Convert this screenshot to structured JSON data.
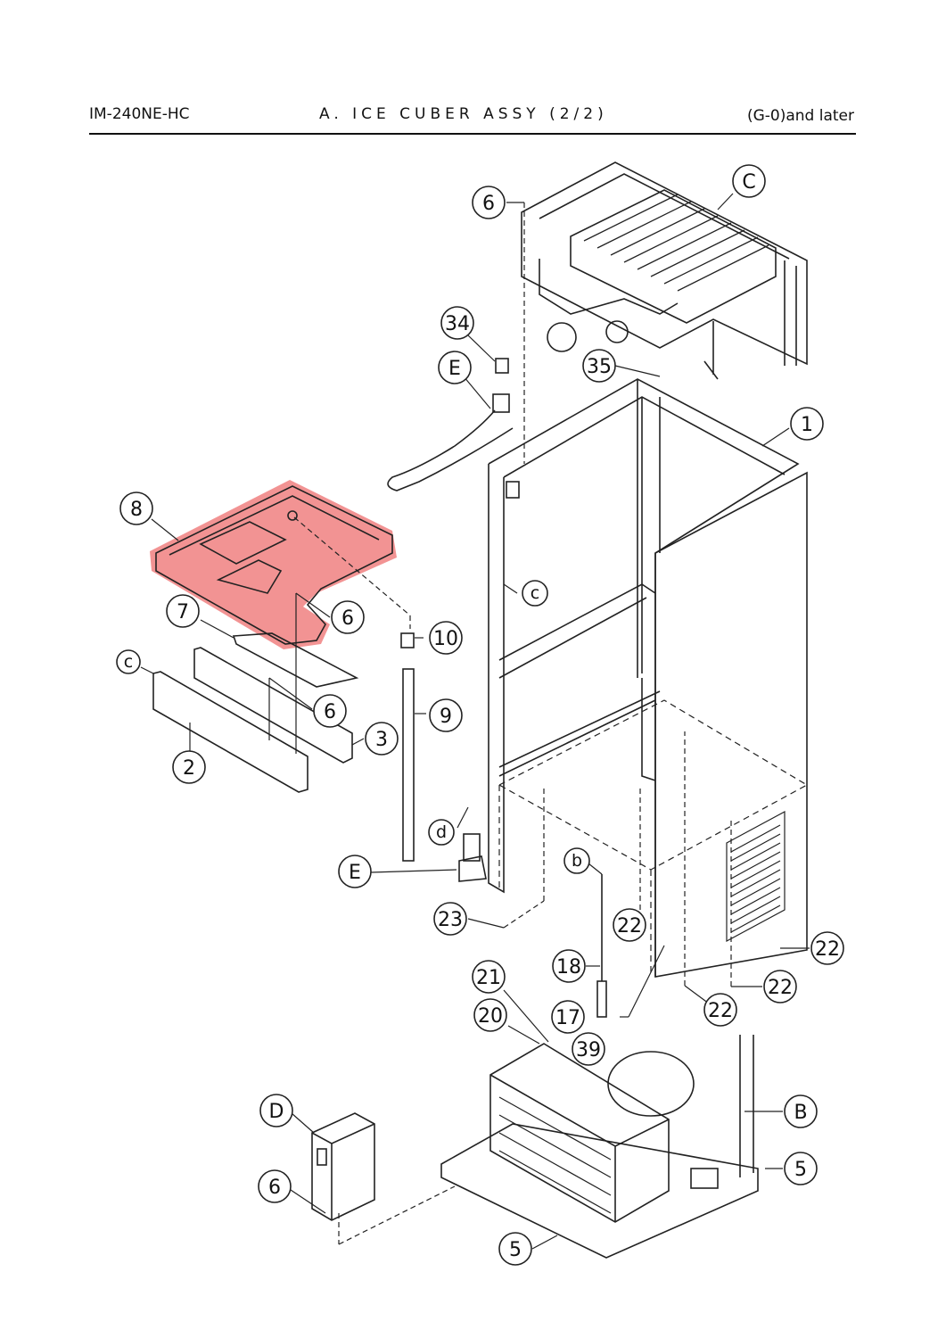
{
  "header": {
    "model": "IM-240NE-HC",
    "title": "A. ICE CUBER ASSY (2/2)",
    "serial": "(G-0)and later"
  },
  "callouts": [
    {
      "id": "c1",
      "label": "6"
    },
    {
      "id": "c2",
      "label": "C"
    },
    {
      "id": "c3",
      "label": "34"
    },
    {
      "id": "c4",
      "label": "E"
    },
    {
      "id": "c5",
      "label": "35"
    },
    {
      "id": "c6",
      "label": "1"
    },
    {
      "id": "c7",
      "label": "8"
    },
    {
      "id": "c8",
      "label": "c"
    },
    {
      "id": "c9",
      "label": "7"
    },
    {
      "id": "c10",
      "label": "6"
    },
    {
      "id": "c11",
      "label": "10"
    },
    {
      "id": "c12",
      "label": "c"
    },
    {
      "id": "c13",
      "label": "6"
    },
    {
      "id": "c14",
      "label": "9"
    },
    {
      "id": "c15",
      "label": "3"
    },
    {
      "id": "c16",
      "label": "2"
    },
    {
      "id": "c17",
      "label": "d"
    },
    {
      "id": "c18",
      "label": "E"
    },
    {
      "id": "c19",
      "label": "b"
    },
    {
      "id": "c20",
      "label": "23"
    },
    {
      "id": "c21",
      "label": "22"
    },
    {
      "id": "c22",
      "label": "22"
    },
    {
      "id": "c23",
      "label": "18"
    },
    {
      "id": "c24",
      "label": "22"
    },
    {
      "id": "c25",
      "label": "22"
    },
    {
      "id": "c26",
      "label": "21"
    },
    {
      "id": "c27",
      "label": "17"
    },
    {
      "id": "c28",
      "label": "20"
    },
    {
      "id": "c29",
      "label": "39"
    },
    {
      "id": "c30",
      "label": "B"
    },
    {
      "id": "c31",
      "label": "D"
    },
    {
      "id": "c32",
      "label": "5"
    },
    {
      "id": "c33",
      "label": "6"
    },
    {
      "id": "c34",
      "label": "5"
    }
  ],
  "highlight_color": "#f08080"
}
